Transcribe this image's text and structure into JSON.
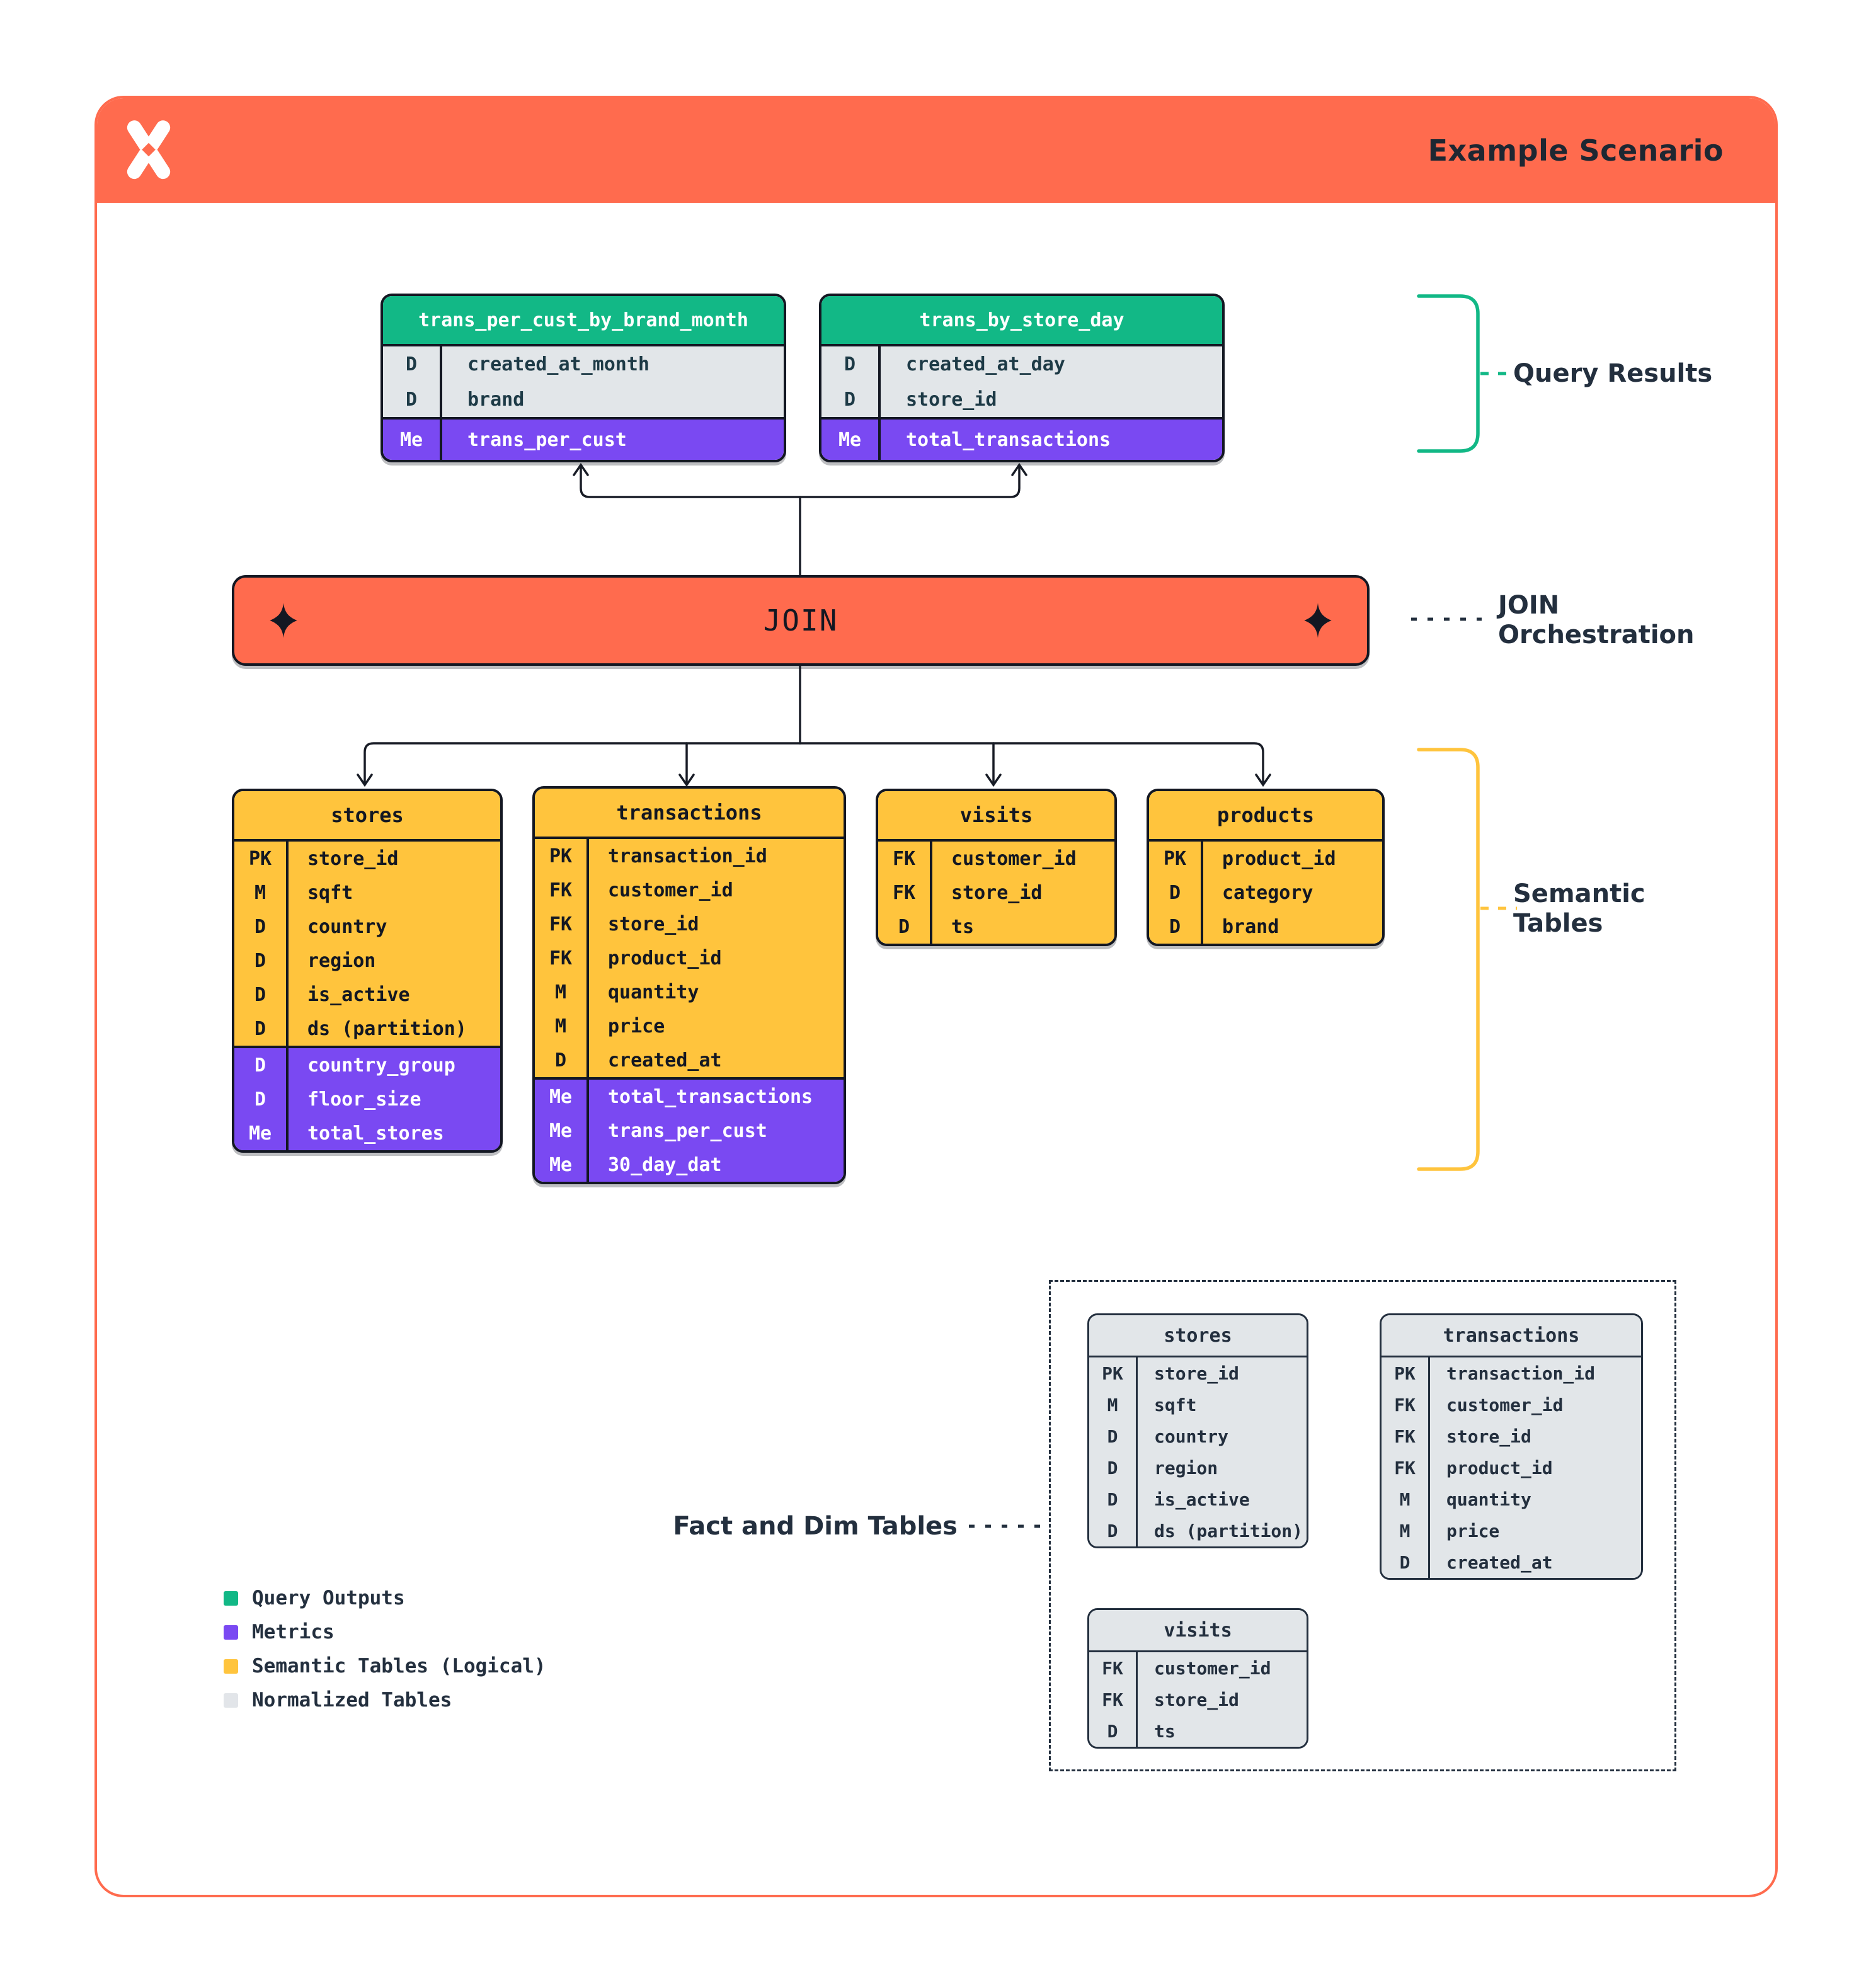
{
  "header": {
    "title": "Example Scenario"
  },
  "join": {
    "label": "JOIN"
  },
  "labels": {
    "query_results": "Query Results",
    "join_orchestration_lines": [
      "JOIN",
      "Orchestration"
    ],
    "semantic_tables_lines": [
      "Semantic",
      "Tables"
    ],
    "fact_dim": "Fact and Dim Tables"
  },
  "tables": {
    "result1": {
      "name": "trans_per_cust_by_brand_month",
      "rows": [
        {
          "k": "D",
          "f": "created_at_month"
        },
        {
          "k": "D",
          "f": "brand"
        },
        {
          "k": "Me",
          "f": "trans_per_cust",
          "m": true
        }
      ]
    },
    "result2": {
      "name": "trans_by_store_day",
      "rows": [
        {
          "k": "D",
          "f": "created_at_day"
        },
        {
          "k": "D",
          "f": "store_id"
        },
        {
          "k": "Me",
          "f": "total_transactions",
          "m": true
        }
      ]
    },
    "sem_stores": {
      "name": "stores",
      "rows": [
        {
          "k": "PK",
          "f": "store_id"
        },
        {
          "k": "M",
          "f": "sqft"
        },
        {
          "k": "D",
          "f": "country"
        },
        {
          "k": "D",
          "f": "region"
        },
        {
          "k": "D",
          "f": "is_active"
        },
        {
          "k": "D",
          "f": "ds (partition)"
        },
        {
          "k": "D",
          "f": "country_group",
          "m": true
        },
        {
          "k": "D",
          "f": "floor_size",
          "m": true
        },
        {
          "k": "Me",
          "f": "total_stores",
          "m": true
        }
      ]
    },
    "sem_transactions": {
      "name": "transactions",
      "rows": [
        {
          "k": "PK",
          "f": "transaction_id"
        },
        {
          "k": "FK",
          "f": "customer_id"
        },
        {
          "k": "FK",
          "f": "store_id"
        },
        {
          "k": "FK",
          "f": "product_id"
        },
        {
          "k": "M",
          "f": "quantity"
        },
        {
          "k": "M",
          "f": "price"
        },
        {
          "k": "D",
          "f": "created_at"
        },
        {
          "k": "Me",
          "f": "total_transactions",
          "m": true
        },
        {
          "k": "Me",
          "f": "trans_per_cust",
          "m": true
        },
        {
          "k": "Me",
          "f": "30_day_dat",
          "m": true
        }
      ]
    },
    "sem_visits": {
      "name": "visits",
      "rows": [
        {
          "k": "FK",
          "f": "customer_id"
        },
        {
          "k": "FK",
          "f": "store_id"
        },
        {
          "k": "D",
          "f": "ts"
        }
      ]
    },
    "sem_products": {
      "name": "products",
      "rows": [
        {
          "k": "PK",
          "f": "product_id"
        },
        {
          "k": "D",
          "f": "category"
        },
        {
          "k": "D",
          "f": "brand"
        }
      ]
    },
    "norm_stores": {
      "name": "stores",
      "rows": [
        {
          "k": "PK",
          "f": "store_id"
        },
        {
          "k": "M",
          "f": "sqft"
        },
        {
          "k": "D",
          "f": "country"
        },
        {
          "k": "D",
          "f": "region"
        },
        {
          "k": "D",
          "f": "is_active"
        },
        {
          "k": "D",
          "f": "ds (partition)"
        }
      ]
    },
    "norm_transactions": {
      "name": "transactions",
      "rows": [
        {
          "k": "PK",
          "f": "transaction_id"
        },
        {
          "k": "FK",
          "f": "customer_id"
        },
        {
          "k": "FK",
          "f": "store_id"
        },
        {
          "k": "FK",
          "f": "product_id"
        },
        {
          "k": "M",
          "f": "quantity"
        },
        {
          "k": "M",
          "f": "price"
        },
        {
          "k": "D",
          "f": "created_at"
        }
      ]
    },
    "norm_visits": {
      "name": "visits",
      "rows": [
        {
          "k": "FK",
          "f": "customer_id"
        },
        {
          "k": "FK",
          "f": "store_id"
        },
        {
          "k": "D",
          "f": "ts"
        }
      ]
    }
  },
  "legend": {
    "items": [
      {
        "label": "Query Outputs",
        "color": "#12B886"
      },
      {
        "label": "Metrics",
        "color": "#7A49F2"
      },
      {
        "label": "Semantic Tables (Logical)",
        "color": "#FFC43D"
      },
      {
        "label": "Normalized Tables",
        "color": "#E2E5E9"
      }
    ]
  },
  "colors": {
    "accent_orange": "#FF6B4E",
    "green": "#12B886",
    "purple": "#7A49F2",
    "yellow": "#FFC43D",
    "gray_row": "#E2E6E9",
    "navy_text": "#232F3E",
    "line_black": "#181C26"
  }
}
